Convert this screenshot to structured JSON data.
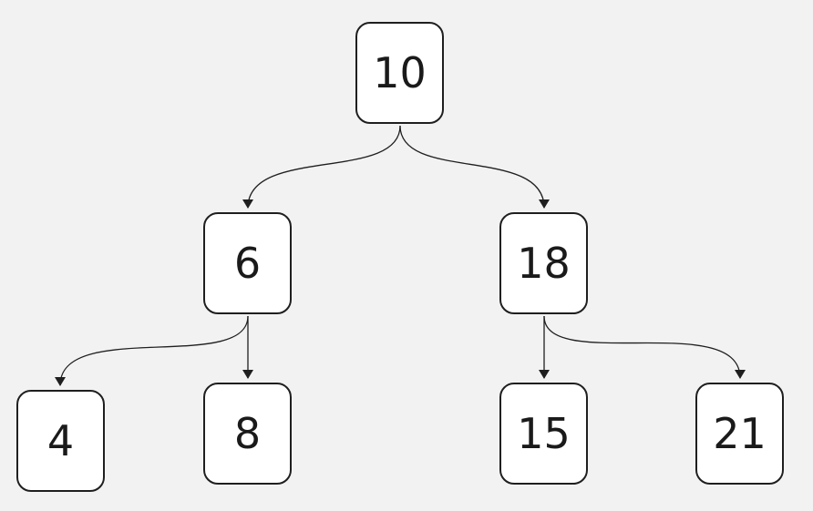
{
  "tree": {
    "nodes": {
      "n10": "10",
      "n6": "6",
      "n18": "18",
      "n4": "4",
      "n8": "8",
      "n15": "15",
      "n21": "21"
    },
    "edges": [
      {
        "from": "10",
        "to": "6"
      },
      {
        "from": "10",
        "to": "18"
      },
      {
        "from": "6",
        "to": "4"
      },
      {
        "from": "6",
        "to": "8"
      },
      {
        "from": "18",
        "to": "15"
      },
      {
        "from": "18",
        "to": "21"
      }
    ]
  },
  "colors": {
    "background": "#f2f2f2",
    "node_fill": "#ffffff",
    "stroke": "#1f1f1f"
  }
}
